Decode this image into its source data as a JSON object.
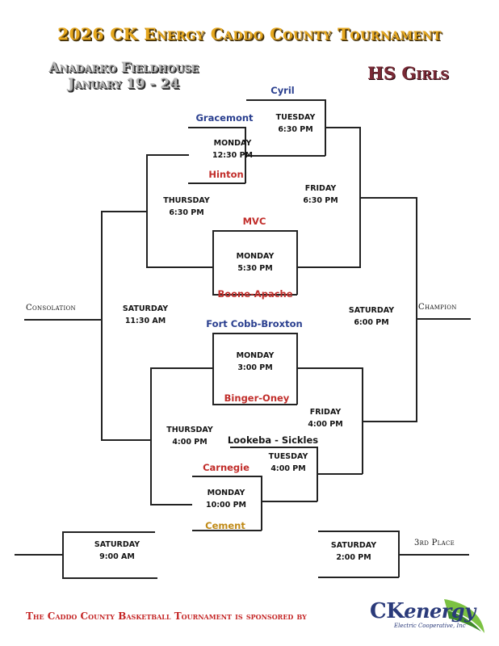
{
  "header": {
    "title": "2026 CK Energy Caddo County Tournament",
    "venue_line1": "Anadarko Fieldhouse",
    "venue_line2": "January 19 - 24",
    "division": "HS Girls"
  },
  "teams": {
    "cyril": "Cyril",
    "gracemont": "Gracemont",
    "hinton": "Hinton",
    "mvc": "MVC",
    "boone_apache": "Boone-Apache",
    "fort_cobb_broxton": "Fort Cobb-Broxton",
    "binger_oney": "Binger-Oney",
    "lookeba_sickles": "Lookeba - Sickles",
    "carnegie": "Carnegie",
    "cement": "Cement"
  },
  "games": {
    "tue_top": {
      "day": "TUESDAY",
      "time": "6:30 PM"
    },
    "mon_top": {
      "day": "MONDAY",
      "time": "12:30 PM"
    },
    "fri_top": {
      "day": "FRIDAY",
      "time": "6:30 PM"
    },
    "thu_top": {
      "day": "THURSDAY",
      "time": "6:30 PM"
    },
    "mon_mid": {
      "day": "MONDAY",
      "time": "5:30 PM"
    },
    "sat_consol": {
      "day": "SATURDAY",
      "time": "11:30 AM"
    },
    "sat_champ": {
      "day": "SATURDAY",
      "time": "6:00 PM"
    },
    "mon_bot1": {
      "day": "MONDAY",
      "time": "3:00 PM"
    },
    "fri_bot": {
      "day": "FRIDAY",
      "time": "4:00 PM"
    },
    "thu_bot": {
      "day": "THURSDAY",
      "time": "4:00 PM"
    },
    "tue_bot": {
      "day": "TUESDAY",
      "time": "4:00 PM"
    },
    "mon_bot2": {
      "day": "MONDAY",
      "time": "10:00 PM"
    },
    "sat_left": {
      "day": "SATURDAY",
      "time": "9:00 AM"
    },
    "sat_third": {
      "day": "SATURDAY",
      "time": "2:00 PM"
    }
  },
  "labels": {
    "consolation": "Consolation",
    "champion": "Champion",
    "third_place": "3rd Place"
  },
  "footer": {
    "sponsor_text": "The Caddo County Basketball Tournament is sponsored by",
    "logo_ck": "CK",
    "logo_energy": "energy",
    "logo_sub": "Electric Cooperative, Inc"
  },
  "colors": {
    "title_gold": "#e6a81f",
    "division_maroon": "#7a2a36",
    "team_blue": "#2a3f8f",
    "team_red": "#c12d2a",
    "team_gold": "#c08a17",
    "sponsor_red": "#c42525",
    "logo_green": "#7cc242"
  }
}
